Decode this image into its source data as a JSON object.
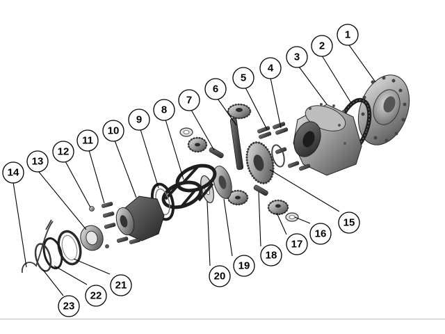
{
  "diagram": {
    "type": "exploded-parts-view",
    "colors": {
      "part_dark": "#3b3b3b",
      "part_mid": "#8a8a8a",
      "part_light": "#cfcfcf",
      "outline": "#000000",
      "background": "#ffffff"
    },
    "callouts": [
      {
        "label": "1"
      },
      {
        "label": "2"
      },
      {
        "label": "3"
      },
      {
        "label": "4"
      },
      {
        "label": "5"
      },
      {
        "label": "6"
      },
      {
        "label": "7"
      },
      {
        "label": "8"
      },
      {
        "label": "9"
      },
      {
        "label": "10"
      },
      {
        "label": "11"
      },
      {
        "label": "12"
      },
      {
        "label": "13"
      },
      {
        "label": "14"
      },
      {
        "label": "15"
      },
      {
        "label": "16"
      },
      {
        "label": "17"
      },
      {
        "label": "18"
      },
      {
        "label": "19"
      },
      {
        "label": "20"
      },
      {
        "label": "21"
      },
      {
        "label": "22"
      },
      {
        "label": "23"
      }
    ]
  }
}
